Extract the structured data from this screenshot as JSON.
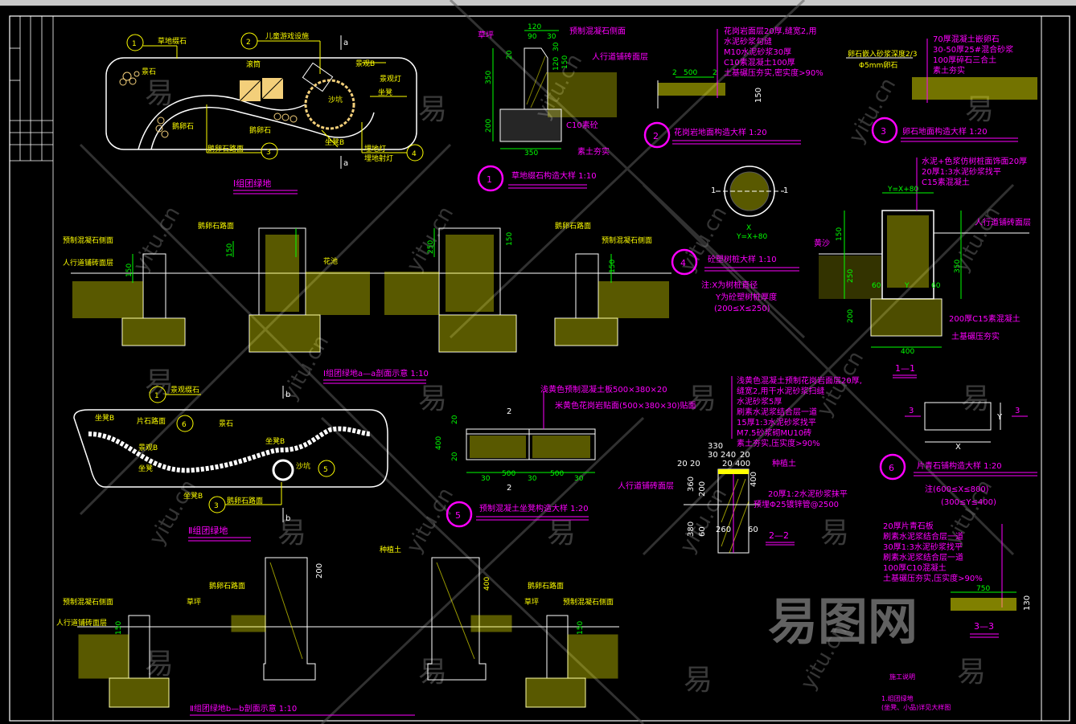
{
  "watermark": {
    "char": "易",
    "domain": "yitu.cn",
    "logo": "易图网"
  },
  "plan_a": {
    "title": "Ⅰ组团绿地",
    "callouts": [
      "1",
      "2",
      "3",
      "4"
    ],
    "labels": [
      "草地缀石",
      "儿童游戏设施",
      "景石",
      "滚筒",
      "沙坑",
      "鹅卵石",
      "景观B",
      "鹅卵石",
      "鹅卵石路面",
      "景观灯",
      "坐凳",
      "坐凳B",
      "埋地灯",
      "埋地射灯"
    ],
    "section_mark": "a"
  },
  "section_a": {
    "title": "Ⅰ组团绿地a—a剖面示意 1:10",
    "labels": [
      "鹅卵石路面",
      "预制混凝石侧面",
      "人行道铺砖面层",
      "花池",
      "鹅卵石路面",
      "预制混凝石侧面"
    ],
    "dims": [
      "150",
      "150",
      "250",
      "150",
      "150"
    ]
  },
  "plan_b": {
    "title": "Ⅱ组团绿地",
    "callouts": [
      "1",
      "6",
      "3",
      "5"
    ],
    "labels": [
      "景观缀石",
      "坐凳B",
      "片石路面",
      "景石",
      "坐凳B",
      "景观B",
      "坐凳",
      "沙坑",
      "坐凳B",
      "鹅卵石路面"
    ],
    "section_mark": "b"
  },
  "section_b": {
    "title": "Ⅱ组团绿地b—b剖面示意 1:10",
    "labels": [
      "预制混凝石侧面",
      "人行道铺砖面层",
      "鹅卵石路面",
      "种植土",
      "鹅卵石路面",
      "草坪",
      "预制混凝石侧面",
      "草坪"
    ],
    "dims": [
      "150",
      "200",
      "400",
      "150"
    ]
  },
  "detail1": {
    "num": "1",
    "title": "草地缀石构造大样 1:10",
    "labels": [
      "草坪",
      "预制混凝石侧面",
      "人行道铺砖面层",
      "C10素砼",
      "素土夯实"
    ],
    "dims": [
      "120",
      "90",
      "30",
      "20",
      "350",
      "30",
      "120",
      "150",
      "200",
      "350"
    ]
  },
  "detail2": {
    "num": "2",
    "title": "花岗岩地面构造大样 1:20",
    "layers": [
      "花岗岩面层20厚,缝宽2,用",
      "水泥砂浆勾缝",
      "M10水泥砂浆30厚",
      "C10素混凝土100厚",
      "土基碾压夯实,密实度>90%"
    ],
    "dims": [
      "500",
      "2",
      "2",
      "150"
    ]
  },
  "detail3": {
    "num": "3",
    "title": "卵石地面构造大样 1:20",
    "layers": [
      "70厚混凝土嵌卵石",
      "30-50厚25#混合砂浆",
      "100厚碎石三合土",
      "素土夯实"
    ],
    "labels": [
      "卵石嵌入砂浆深度2/3",
      "Φ5mm卵石"
    ]
  },
  "detail4": {
    "num": "4",
    "title": "砼塑树桩大样 1:10",
    "notes": [
      "注:X为树桩直径",
      "Y为砼塑树桩厚度",
      "(200≤X≤250)"
    ],
    "dims": [
      "1",
      "1",
      "X",
      "Y=X+80"
    ]
  },
  "section11": {
    "title": "1—1",
    "layers": [
      "水泥+色浆仿树桩面饰面20厚",
      "20厚1:3水泥砂浆找平",
      "C15素混凝土"
    ],
    "labels": [
      "人行道铺砖面层",
      "黄沙",
      "200厚C15素混凝土",
      "土基碾压夯实"
    ],
    "dims": [
      "Y=X+80",
      "150",
      "350",
      "250",
      "200",
      "60",
      "Y",
      "60",
      "400"
    ]
  },
  "detail5": {
    "num": "5",
    "title": "预制混凝土坐凳构造大样 1:20",
    "labels": [
      "浅黄色预制混凝土板500×380×20",
      "米黄色花岗岩贴面(500×380×30)贴面"
    ],
    "dims": [
      "2",
      "2",
      "30",
      "500",
      "30",
      "500",
      "30",
      "20",
      "400",
      "20"
    ]
  },
  "section22": {
    "title": "2—2",
    "layers": [
      "浅黄色混凝土预制花岗岩面层20厚,",
      "缝宽2,用干水泥砂浆扫缝",
      "水泥砂浆5厚",
      "刷素水泥浆结合层一道",
      "15厚1:3水泥砂浆找平",
      "M7.5砂浆砌MU10砖",
      "素土夯实,压实度>90%"
    ],
    "labels": [
      "种植土",
      "20厚1:2水泥砂浆抹平",
      "预埋Φ25镀锌管@2500",
      "人行道铺砖面层"
    ],
    "dims": [
      "330",
      "30",
      "240",
      "20",
      "20",
      "20",
      "20",
      "400",
      "360",
      "200",
      "400",
      "380",
      "60",
      "260",
      "60"
    ]
  },
  "detail6": {
    "num": "6",
    "title": "片青石铺构造大样 1:20",
    "notes": [
      "注(600≤X≤800)",
      "(300≤Y≤400)"
    ],
    "dims": [
      "3",
      "3",
      "X",
      "Y"
    ]
  },
  "section33": {
    "title": "3—3",
    "layers": [
      "20厚片青石板",
      "刷素水泥浆结合层一道",
      "30厚1:3水泥砂浆找平",
      "刷素水泥浆结合层一道",
      "100厚C10混凝土",
      "土基碾压夯实,压实度>90%"
    ],
    "dims": [
      "750",
      "130"
    ]
  },
  "notes": [
    "施工说明",
    "1.组团绿地",
    "(坐凳、小品)详见大样图"
  ],
  "colors": {
    "magenta": "#ff00ff",
    "yellow": "#ffff00",
    "green": "#00ff00",
    "white": "#ffffff",
    "background": "#000000"
  }
}
